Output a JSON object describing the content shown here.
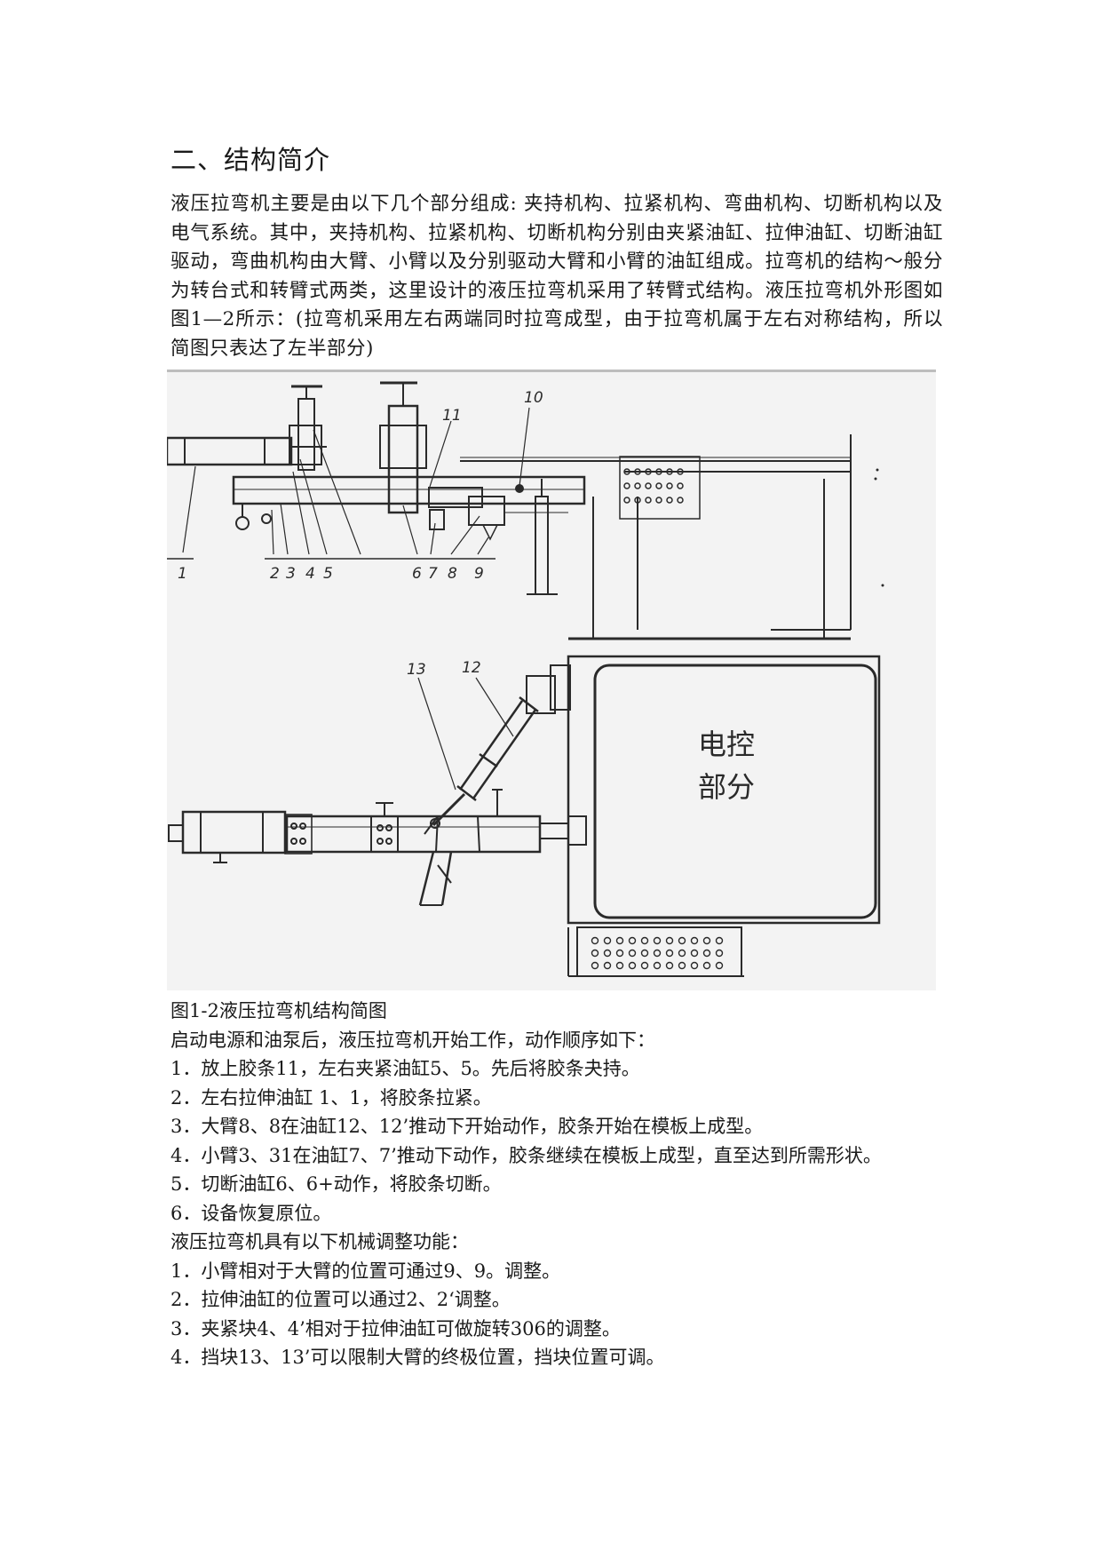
{
  "section": {
    "heading": "二、结构简介",
    "intro": "液压拉弯机主要是由以下几个部分组成: 夹持机构、拉紧机构、弯曲机构、切断机构以及电气系统。其中，夹持机构、拉紧机构、切断机构分别由夹紧油缸、拉伸油缸、切断油缸驱动，弯曲机构由大臂、小臂以及分别驱动大臂和小臂的油缸组成。拉弯机的结构～般分为转台式和转臂式两类，这里设计的液压拉弯机采用了转臂式结构。液压拉弯机外形图如图1—2所示：(拉弯机采用左右两端同时拉弯成型，由于拉弯机属于左右对称结构，所以简图只表达了左半部分)"
  },
  "figure": {
    "callouts_top": [
      "1",
      "2",
      "3",
      "4",
      "5",
      "6",
      "7",
      "8",
      "9",
      "10",
      "11"
    ],
    "callouts_bottom": [
      "12",
      "13"
    ],
    "control_panel_line1": "电控",
    "control_panel_line2": "部分",
    "caption": "图1-2液压拉弯机结构简图"
  },
  "sequence": {
    "intro": "启动电源和油泵后，液压拉弯机开始工作，动作顺序如下：",
    "steps": [
      "1．放上胶条11，左右夹紧油缸5、5。先后将胶条夬持。",
      "2．左右拉伸油缸 1、1，将胶条拉紧。",
      "3．大臂8、8在油缸12、12’推动下开始动作，胶条开始在模板上成型。",
      "4．小臂3、31在油缸7、7’推动下动作，胶条继续在模板上成型，直至达到所需形状。",
      "5．切断油缸6、6+动作，将胶条切断。",
      "6．设备恢复原位。"
    ]
  },
  "adjustments": {
    "intro": "液压拉弯机具有以下机械调整功能：",
    "items": [
      "1．小臂相对于大臂的位置可通过9、9。调整。",
      "2．拉伸油缸的位置可以通过2、2‘调整。",
      "3．夹紧块4、4’相对于拉伸油缸可做旋转306的调整。",
      "4．挡块13、13’可以限制大臂的终极位置，挡块位置可调。"
    ]
  }
}
